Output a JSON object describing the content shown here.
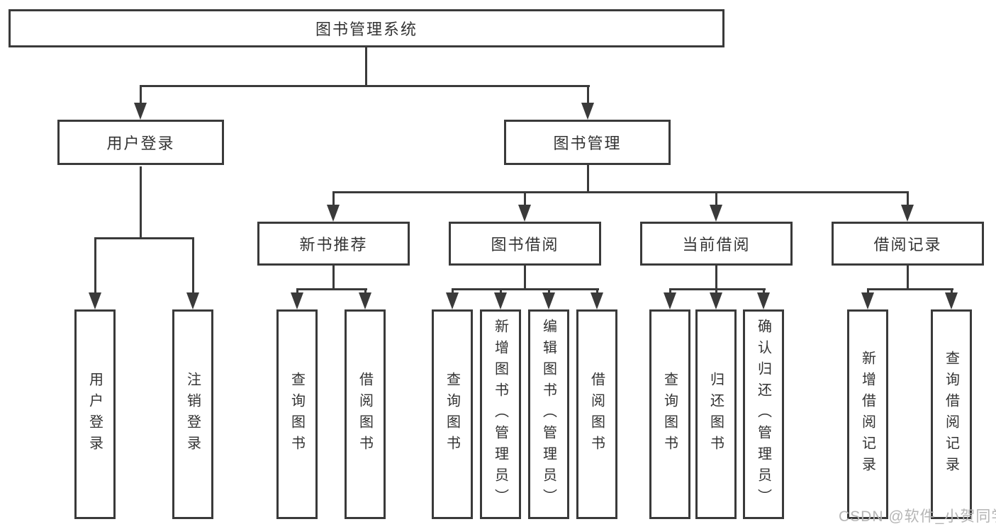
{
  "diagram": {
    "type": "hierarchy-tree",
    "root_label": "图书管理系统"
  },
  "nodes": {
    "root": {
      "label": "图书管理系统"
    },
    "user-login": {
      "label": "用户登录"
    },
    "book-mgmt": {
      "label": "图书管理"
    },
    "new-book-rec": {
      "label": "新书推荐"
    },
    "book-borrow": {
      "label": "图书借阅"
    },
    "current-borrow": {
      "label": "当前借阅"
    },
    "borrow-records": {
      "label": "借阅记录"
    },
    "leaf-user-login": {
      "label": "用户登录"
    },
    "leaf-logout": {
      "label": "注销登录"
    },
    "leaf-query-book-1": {
      "label": "查询图书"
    },
    "leaf-borrow-book-1": {
      "label": "借阅图书"
    },
    "leaf-query-book-2": {
      "label": "查询图书"
    },
    "leaf-add-book": {
      "label": "新增图书（管理员）"
    },
    "leaf-edit-book": {
      "label": "编辑图书（管理员）"
    },
    "leaf-borrow-book-2": {
      "label": "借阅图书"
    },
    "leaf-query-book-3": {
      "label": "查询图书"
    },
    "leaf-return-book": {
      "label": "归还图书"
    },
    "leaf-confirm-return": {
      "label": "确认归还（管理员）"
    },
    "leaf-add-borrow-record": {
      "label": "新增借阅记录"
    },
    "leaf-query-borrow-record": {
      "label": "查询借阅记录"
    }
  },
  "edges": [
    [
      "root",
      "user-login"
    ],
    [
      "root",
      "book-mgmt"
    ],
    [
      "user-login",
      "leaf-user-login"
    ],
    [
      "user-login",
      "leaf-logout"
    ],
    [
      "book-mgmt",
      "new-book-rec"
    ],
    [
      "book-mgmt",
      "book-borrow"
    ],
    [
      "book-mgmt",
      "current-borrow"
    ],
    [
      "book-mgmt",
      "borrow-records"
    ],
    [
      "new-book-rec",
      "leaf-query-book-1"
    ],
    [
      "new-book-rec",
      "leaf-borrow-book-1"
    ],
    [
      "book-borrow",
      "leaf-query-book-2"
    ],
    [
      "book-borrow",
      "leaf-add-book"
    ],
    [
      "book-borrow",
      "leaf-edit-book"
    ],
    [
      "book-borrow",
      "leaf-borrow-book-2"
    ],
    [
      "current-borrow",
      "leaf-query-book-3"
    ],
    [
      "current-borrow",
      "leaf-return-book"
    ],
    [
      "current-borrow",
      "leaf-confirm-return"
    ],
    [
      "borrow-records",
      "leaf-add-borrow-record"
    ],
    [
      "borrow-records",
      "leaf-query-borrow-record"
    ]
  ],
  "watermark": {
    "text": "CSDN @软件_小贺同学"
  },
  "colors": {
    "line": "#3a3a3a",
    "text": "#333333",
    "background": "#ffffff",
    "watermark": "#b5b5b5"
  }
}
